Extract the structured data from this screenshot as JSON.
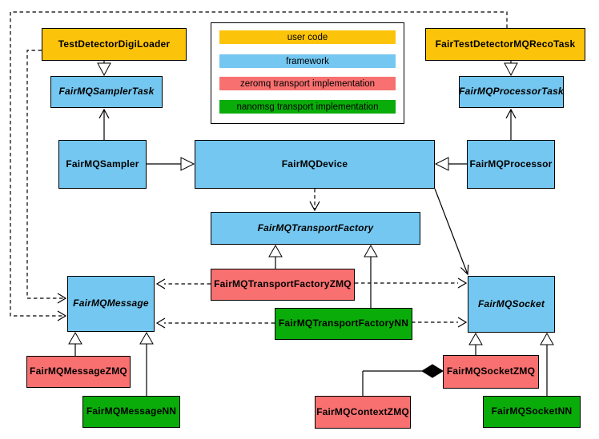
{
  "diagram": {
    "type": "uml-class-diagram",
    "subject": "FairMQ framework transport classes"
  },
  "colors": {
    "user_code": "#FCC30B",
    "framework": "#74C7F0",
    "zeromq": "#F87070",
    "nanomsg": "#09AC09",
    "line": "#000000",
    "background": "#ffffff"
  },
  "legend": {
    "items": [
      {
        "label": "user code",
        "color": "#FCC30B"
      },
      {
        "label": "framework",
        "color": "#74C7F0"
      },
      {
        "label": "zeromq transport implementation",
        "color": "#F87070"
      },
      {
        "label": "nanomsg transport implementation",
        "color": "#09AC09"
      }
    ]
  },
  "nodes": [
    {
      "label": "TestDetectorDigiLoader",
      "category": "user code",
      "abstract": false
    },
    {
      "label": "FairTestDetectorMQRecoTask",
      "category": "user code",
      "abstract": false
    },
    {
      "label": "FairMQSamplerTask",
      "category": "framework",
      "abstract": true
    },
    {
      "label": "FairMQProcessorTask",
      "category": "framework",
      "abstract": true
    },
    {
      "label": "FairMQSampler",
      "category": "framework",
      "abstract": false
    },
    {
      "label": "FairMQDevice",
      "category": "framework",
      "abstract": false
    },
    {
      "label": "FairMQProcessor",
      "category": "framework",
      "abstract": false
    },
    {
      "label": "FairMQTransportFactory",
      "category": "framework",
      "abstract": true
    },
    {
      "label": "FairMQTransportFactoryZMQ",
      "category": "zeromq",
      "abstract": false
    },
    {
      "label": "FairMQTransportFactoryNN",
      "category": "nanomsg",
      "abstract": false
    },
    {
      "label": "FairMQMessage",
      "category": "framework",
      "abstract": true
    },
    {
      "label": "FairMQSocket",
      "category": "framework",
      "abstract": true
    },
    {
      "label": "FairMQMessageZMQ",
      "category": "zeromq",
      "abstract": false
    },
    {
      "label": "FairMQMessageNN",
      "category": "nanomsg",
      "abstract": false
    },
    {
      "label": "FairMQSocketZMQ",
      "category": "zeromq",
      "abstract": false
    },
    {
      "label": "FairMQSocketNN",
      "category": "nanomsg",
      "abstract": false
    },
    {
      "label": "FairMQContextZMQ",
      "category": "zeromq",
      "abstract": false
    }
  ],
  "edges": [
    {
      "from": "TestDetectorDigiLoader",
      "to": "FairMQSamplerTask",
      "type": "inheritance"
    },
    {
      "from": "FairTestDetectorMQRecoTask",
      "to": "FairMQProcessorTask",
      "type": "inheritance"
    },
    {
      "from": "FairMQSampler",
      "to": "FairMQSamplerTask",
      "type": "association"
    },
    {
      "from": "FairMQProcessor",
      "to": "FairMQProcessorTask",
      "type": "association"
    },
    {
      "from": "FairMQSampler",
      "to": "FairMQDevice",
      "type": "inheritance"
    },
    {
      "from": "FairMQProcessor",
      "to": "FairMQDevice",
      "type": "inheritance"
    },
    {
      "from": "FairMQDevice",
      "to": "FairMQTransportFactory",
      "type": "dependency-dashed"
    },
    {
      "from": "FairMQDevice",
      "to": "FairMQSocket",
      "type": "association"
    },
    {
      "from": "FairMQTransportFactoryZMQ",
      "to": "FairMQTransportFactory",
      "type": "inheritance"
    },
    {
      "from": "FairMQTransportFactoryNN",
      "to": "FairMQTransportFactory",
      "type": "inheritance"
    },
    {
      "from": "FairMQTransportFactoryZMQ",
      "to": "FairMQMessage",
      "type": "dependency-dashed"
    },
    {
      "from": "FairMQTransportFactoryZMQ",
      "to": "FairMQSocket",
      "type": "dependency-dashed"
    },
    {
      "from": "FairMQTransportFactoryNN",
      "to": "FairMQMessage",
      "type": "dependency-dashed"
    },
    {
      "from": "FairMQTransportFactoryNN",
      "to": "FairMQSocket",
      "type": "dependency-dashed"
    },
    {
      "from": "TestDetectorDigiLoader",
      "to": "FairMQMessage",
      "type": "dependency-dashed"
    },
    {
      "from": "FairTestDetectorMQRecoTask",
      "to": "FairMQMessage",
      "type": "dependency-dashed"
    },
    {
      "from": "FairMQMessageZMQ",
      "to": "FairMQMessage",
      "type": "inheritance"
    },
    {
      "from": "FairMQMessageNN",
      "to": "FairMQMessage",
      "type": "inheritance"
    },
    {
      "from": "FairMQSocketZMQ",
      "to": "FairMQSocket",
      "type": "inheritance"
    },
    {
      "from": "FairMQSocketNN",
      "to": "FairMQSocket",
      "type": "inheritance"
    },
    {
      "from": "FairMQSocketZMQ",
      "to": "FairMQContextZMQ",
      "type": "composition"
    }
  ]
}
